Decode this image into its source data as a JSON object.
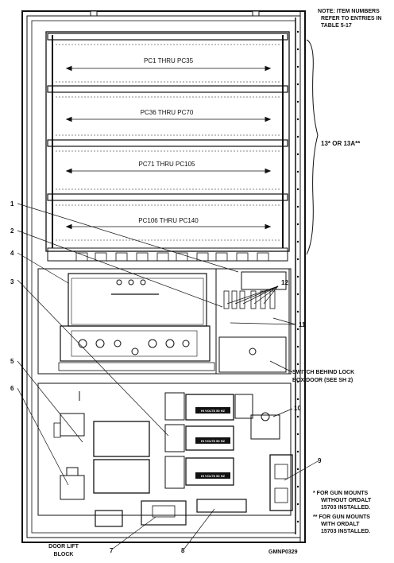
{
  "note": {
    "lines": [
      "NOTE: ITEM NUMBERS",
      "REFER TO ENTRIES IN",
      "TABLE 5-17"
    ]
  },
  "shelves": [
    {
      "label": "PC1 THRU PC35"
    },
    {
      "label": "PC36 THRU PC70"
    },
    {
      "label": "PC71 THRU PC105"
    },
    {
      "label": "PC106 THRU PC140"
    }
  ],
  "side_label": "13* OR 13A**",
  "callouts": {
    "c1": "1",
    "c2": "2",
    "c3": "3",
    "c4": "4",
    "c5": "5",
    "c6": "6",
    "c7": "7",
    "c8": "8",
    "c9": "9",
    "c10": "10",
    "c11": "11",
    "c12": "12"
  },
  "switch_label": [
    "SWITCH BEHIND LOCK",
    "BOX DOOR (SEE SH 2)"
  ],
  "door_lift_label": [
    "DOOR LIFT",
    "BLOCK"
  ],
  "footnotes": {
    "star1": [
      "* FOR GUN MOUNTS",
      "WITHOUT ORDALT",
      "15703 INSTALLED."
    ],
    "star2": [
      "** FOR GUN MOUNTS",
      "WITH ORDALT",
      "15703 INSTALLED."
    ]
  },
  "psu_plate_text": "HI VOLTS 50 HZ",
  "figure_code": "GMNP0329"
}
